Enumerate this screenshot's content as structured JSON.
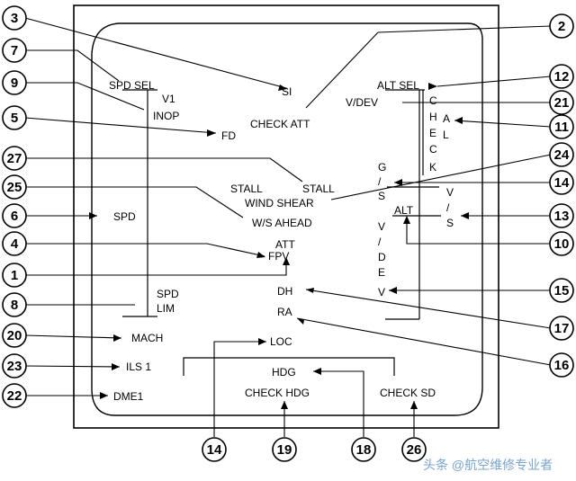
{
  "callouts": [
    {
      "n": "3"
    },
    {
      "n": "2"
    },
    {
      "n": "7"
    },
    {
      "n": "12"
    },
    {
      "n": "9"
    },
    {
      "n": "21"
    },
    {
      "n": "5"
    },
    {
      "n": "11"
    },
    {
      "n": "27"
    },
    {
      "n": "24"
    },
    {
      "n": "25"
    },
    {
      "n": "14"
    },
    {
      "n": "6"
    },
    {
      "n": "13"
    },
    {
      "n": "4"
    },
    {
      "n": "10"
    },
    {
      "n": "1"
    },
    {
      "n": "15"
    },
    {
      "n": "8"
    },
    {
      "n": "17"
    },
    {
      "n": "20"
    },
    {
      "n": "16"
    },
    {
      "n": "23"
    },
    {
      "n": "22"
    },
    {
      "n": "14"
    },
    {
      "n": "19"
    },
    {
      "n": "18"
    },
    {
      "n": "26"
    }
  ],
  "labels": {
    "spd_sel": "SPD SEL",
    "v1": "V1",
    "inop": "INOP",
    "si": "SI",
    "check_att": "CHECK ATT",
    "alt_sel": "ALT SEL",
    "v_dev": "V/DEV",
    "fd": "FD",
    "stall_left": "STALL",
    "stall_right": "STALL",
    "wind_shear": "WIND SHEAR",
    "ws_ahead": "W/S AHEAD",
    "spd": "SPD",
    "fpv": "FPV",
    "att": "ATT",
    "spd_lim_1": "SPD",
    "spd_lim_2": "LIM",
    "dh": "DH",
    "ra": "RA",
    "mach": "MACH",
    "loc": "LOC",
    "ils1": "ILS 1",
    "hdg": "HDG",
    "dme1": "DME1",
    "check_hdg": "CHECK HDG",
    "check_sd": "CHECK SD",
    "alt": "ALT"
  },
  "vertical_labels": {
    "gs": [
      "G",
      "/",
      "S"
    ],
    "vs": [
      "V",
      "/",
      "S"
    ],
    "vdev": [
      "V",
      "/",
      "D",
      "E",
      "V"
    ],
    "check": [
      "C",
      "H",
      "E",
      "C",
      "K"
    ],
    "al": [
      "A",
      "L"
    ]
  },
  "watermark": "头条 @航空维修专业者"
}
